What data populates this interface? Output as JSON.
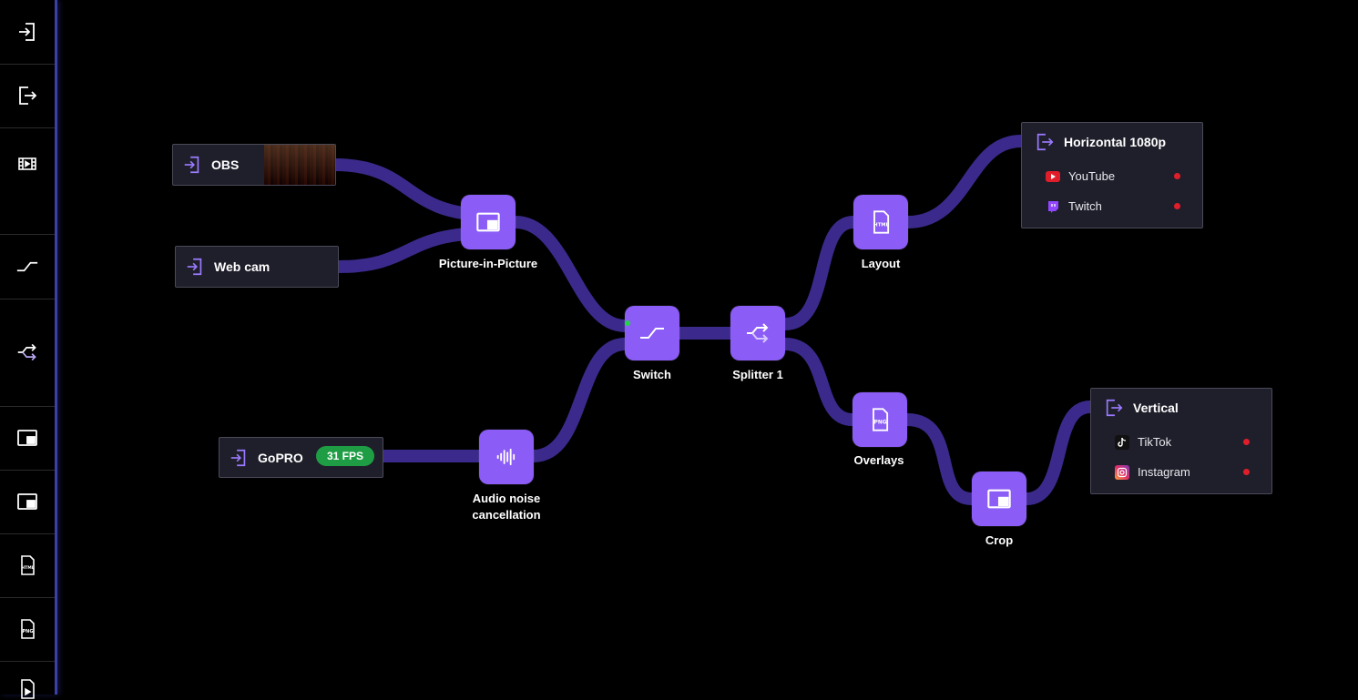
{
  "sidebar": {
    "items": [
      {
        "icon": "input-icon"
      },
      {
        "icon": "output-icon"
      },
      {
        "icon": "film-icon"
      },
      {
        "icon": "switch-icon"
      },
      {
        "icon": "splitter-icon"
      },
      {
        "icon": "picture-in-picture-icon"
      },
      {
        "icon": "crop-icon"
      },
      {
        "icon": "html-file-icon",
        "text": "HTML"
      },
      {
        "icon": "png-file-icon",
        "text": "PNG"
      },
      {
        "icon": "video-file-icon"
      }
    ]
  },
  "inputs": {
    "obs": {
      "label": "OBS"
    },
    "webcam": {
      "label": "Web cam"
    },
    "gopro": {
      "label": "GoPRO",
      "fps": "31 FPS"
    }
  },
  "nodes": {
    "pip": {
      "label": "Picture-in-Picture"
    },
    "switch": {
      "label": "Switch"
    },
    "splitter": {
      "label": "Splitter 1"
    },
    "audio": {
      "label": "Audio noise\ncancellation"
    },
    "layout": {
      "label": "Layout",
      "badge": "HTML"
    },
    "overlays": {
      "label": "Overlays",
      "badge": "PNG"
    },
    "crop": {
      "label": "Crop"
    }
  },
  "outputs": {
    "horizontal": {
      "title": "Horizontal 1080p",
      "destinations": [
        {
          "label": "YouTube",
          "icon": "youtube-icon"
        },
        {
          "label": "Twitch",
          "icon": "twitch-icon"
        }
      ]
    },
    "vertical": {
      "title": "Vertical",
      "destinations": [
        {
          "label": "TikTok",
          "icon": "tiktok-icon"
        },
        {
          "label": "Instagram",
          "icon": "instagram-icon"
        }
      ]
    }
  },
  "colors": {
    "node": "#8b5cf6",
    "wire": "#3b2a8c",
    "status_live": "#e01e2a",
    "fps_badge": "#1f9d45",
    "connector_port": "#22d34a"
  }
}
